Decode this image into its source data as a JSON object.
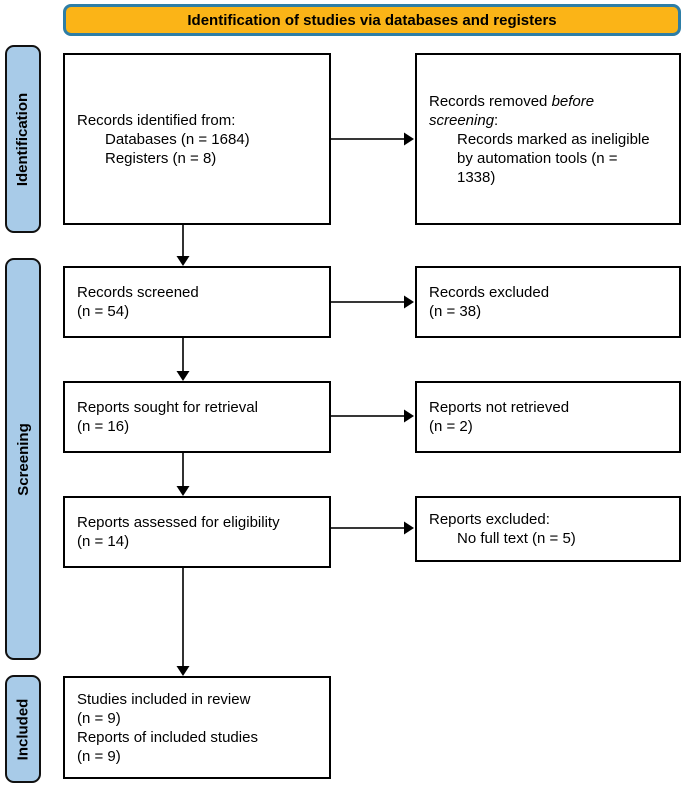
{
  "header": {
    "title": "Identification of studies via databases and registers"
  },
  "colors": {
    "header_fill": "#FBB417",
    "header_border": "#2E7EA6",
    "stage_fill": "#A8CBE8",
    "box_background": "#FFFFFF",
    "box_border": "#000000",
    "arrow": "#1A1A1A"
  },
  "stages": [
    {
      "label": "Identification"
    },
    {
      "label": "Screening"
    },
    {
      "label": "Included"
    }
  ],
  "boxes": {
    "records_identified": {
      "lines": [
        {
          "segments": [
            {
              "t": "Records identified from:"
            }
          ]
        },
        {
          "indent": true,
          "segments": [
            {
              "t": "Databases (n = 1684)"
            }
          ]
        },
        {
          "indent": true,
          "segments": [
            {
              "t": "Registers (n = 8)"
            }
          ]
        }
      ]
    },
    "records_removed": {
      "lines": [
        {
          "segments": [
            {
              "t": "Records removed "
            },
            {
              "t": "before",
              "i": true
            }
          ]
        },
        {
          "segments": [
            {
              "t": "screening",
              "i": true
            },
            {
              "t": ":"
            }
          ]
        },
        {
          "indent": true,
          "segments": [
            {
              "t": "Records marked as ineligible"
            }
          ]
        },
        {
          "indent": true,
          "segments": [
            {
              "t": "by automation tools (n ="
            }
          ]
        },
        {
          "indent": true,
          "segments": [
            {
              "t": "1338)"
            }
          ]
        }
      ]
    },
    "records_screened": {
      "lines": [
        {
          "segments": [
            {
              "t": "Records screened"
            }
          ]
        },
        {
          "segments": [
            {
              "t": "(n = 54)"
            }
          ]
        }
      ]
    },
    "records_excluded": {
      "lines": [
        {
          "segments": [
            {
              "t": "Records excluded"
            }
          ]
        },
        {
          "segments": [
            {
              "t": "(n = 38)"
            }
          ]
        }
      ]
    },
    "reports_sought": {
      "lines": [
        {
          "segments": [
            {
              "t": "Reports sought for retrieval"
            }
          ]
        },
        {
          "segments": [
            {
              "t": "(n = 16)"
            }
          ]
        }
      ]
    },
    "reports_not_retrieved": {
      "lines": [
        {
          "segments": [
            {
              "t": "Reports not retrieved"
            }
          ]
        },
        {
          "segments": [
            {
              "t": "(n = 2)"
            }
          ]
        }
      ]
    },
    "reports_assessed": {
      "lines": [
        {
          "segments": [
            {
              "t": "Reports assessed for eligibility"
            }
          ]
        },
        {
          "segments": [
            {
              "t": "(n = 14)"
            }
          ]
        }
      ]
    },
    "reports_excluded_fulltext": {
      "lines": [
        {
          "segments": [
            {
              "t": "Reports excluded:"
            }
          ]
        },
        {
          "indent": true,
          "segments": [
            {
              "t": "No full text (n = 5)"
            }
          ]
        }
      ]
    },
    "studies_included": {
      "lines": [
        {
          "segments": [
            {
              "t": "Studies included in review"
            }
          ]
        },
        {
          "segments": [
            {
              "t": "(n = 9)"
            }
          ]
        },
        {
          "segments": [
            {
              "t": "Reports of included studies"
            }
          ]
        },
        {
          "segments": [
            {
              "t": "(n = 9)"
            }
          ]
        }
      ]
    }
  }
}
